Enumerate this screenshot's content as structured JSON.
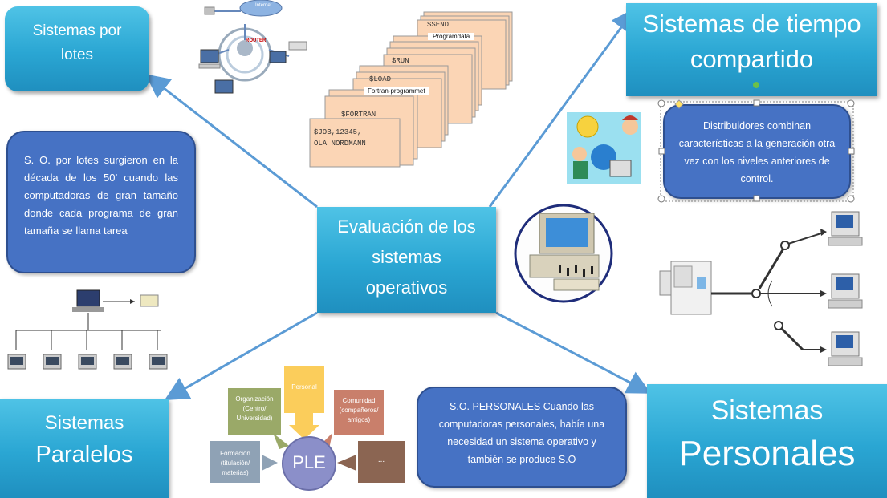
{
  "center": {
    "line1": "Evaluación de los",
    "line2": "sistemas",
    "line3": "operativos"
  },
  "lotes": {
    "line1": "Sistemas por",
    "line2": "lotes"
  },
  "tiempo": {
    "line1": "Sistemas de tiempo",
    "line2": "compartido"
  },
  "paralelos": {
    "line1": "Sistemas",
    "line2": "Paralelos"
  },
  "personales": {
    "line1": "Sistemas",
    "line2": "Personales"
  },
  "desc_lotes": "S. O. por lotes surgieron en la década de los 50’ cuando las computadoras de gran tamaño donde cada programa de gran tamaña se llama tarea",
  "desc_tiempo": "Distribuidores combinan características a la generación otra vez con los niveles anteriores de control.",
  "desc_personales": "S.O. PERSONALES Cuando las computadoras personales, había una necesidad un sistema operativo y también se produce S.O",
  "job_cards": {
    "send": "$SEND",
    "programdata": "Programdata",
    "run": "$RUN",
    "load": "$LOAD",
    "fortran_prog": "Fortran-programmet",
    "fortran": "$FORTRAN",
    "job": "$JOB,12345,",
    "ola": "OLA NORDMANN"
  },
  "ple": {
    "center": "PLE",
    "personal": "Personal",
    "organizacion": "Organización (Centro/ Universidad)",
    "comunidad": "Comunidad (compañeros/ amigos)",
    "formacion": "Formación (titulación/ materias)",
    "otros": "..."
  },
  "network_labels": {
    "internet": "Internet",
    "router": "ROUTER"
  },
  "colors": {
    "teal": "#2aa6d3",
    "navy": "#4672c4",
    "arrow": "#5b9bd5",
    "card": "#fbd5b5"
  }
}
